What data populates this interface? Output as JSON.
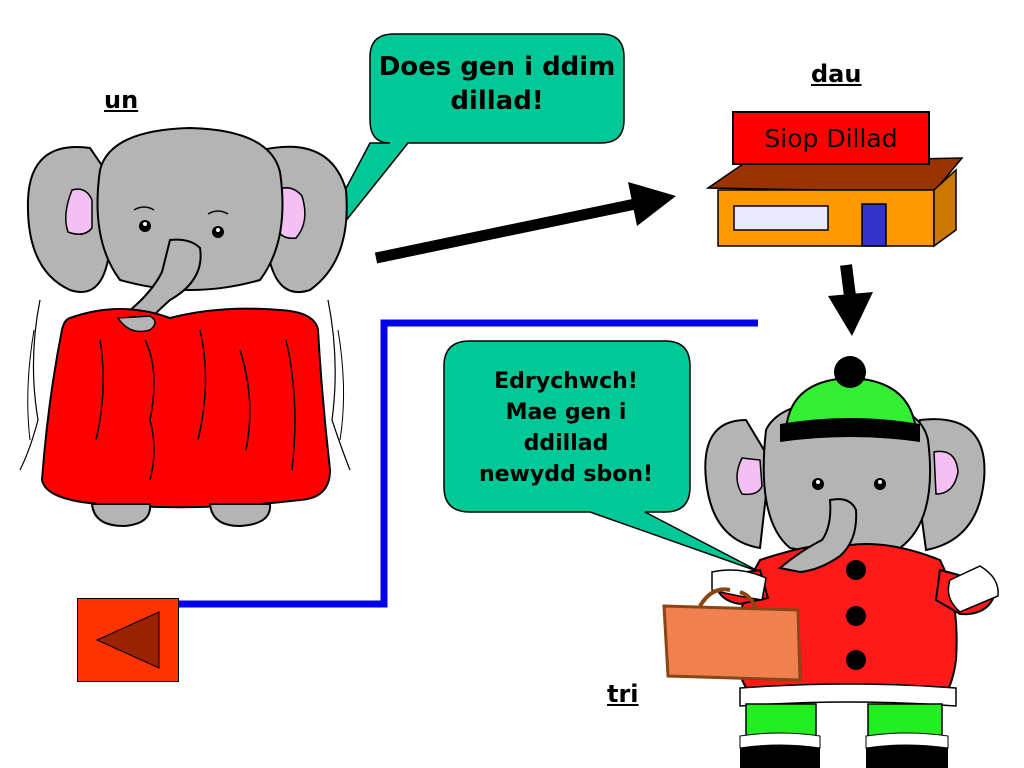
{
  "labels": {
    "one": "un",
    "two": "dau",
    "three": "tri"
  },
  "bubbles": {
    "first": "Does gen i ddim dillad!",
    "second_lines": [
      "Edrychwch!",
      "Mae gen i",
      "ddillad",
      "newydd sbon!"
    ]
  },
  "shop": {
    "sign": "Siop Dillad"
  },
  "colors": {
    "bubble": "#00c896",
    "elephant": "#b4b4b4",
    "ear_inner": "#f4c0f4",
    "blanket": "#ff0000",
    "coat": "#ff1a1a",
    "hat": "#33ee33",
    "trousers": "#22ee22",
    "bag": "#f08050",
    "shop_wall": "#ff9900",
    "shop_roof": "#993300",
    "shop_sign": "#ff0000",
    "shop_door": "#3333cc",
    "path_line": "#0000ee",
    "back_button": "#ff3300",
    "back_arrow": "#992200"
  },
  "icons": {
    "back": "back-triangle-icon"
  }
}
